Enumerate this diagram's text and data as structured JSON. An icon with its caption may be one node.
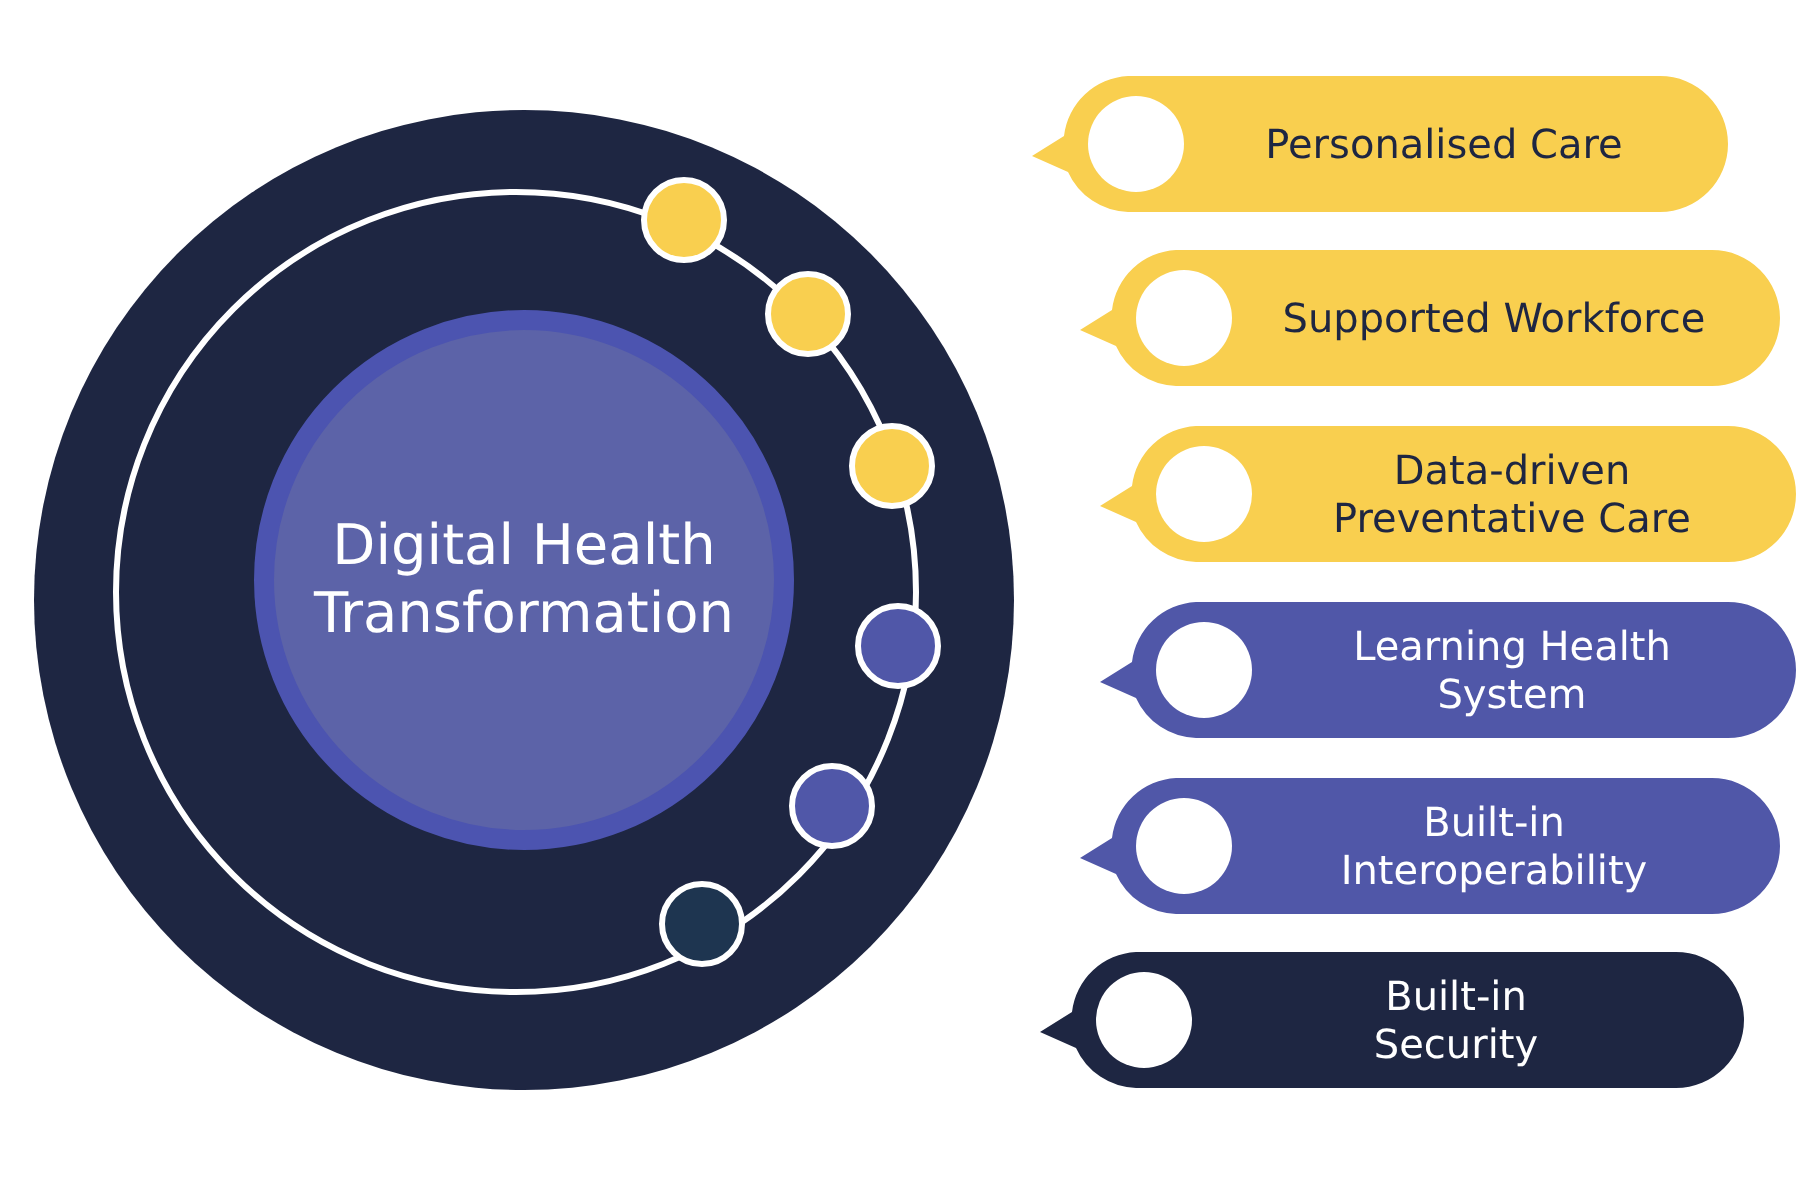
{
  "diagram": {
    "nodes": [
      {
        "text": [
          "Digital Health Transformation"
        ]
      },
      {
        "text": [
          "Personalised Care"
        ]
      },
      {
        "text": [
          "Supported Workforce"
        ]
      },
      {
        "text": [
          "Data-driven Preventative Care"
        ]
      },
      {
        "text": [
          "Learning Health System"
        ]
      },
      {
        "text": [
          "Built-in Interoperability"
        ]
      },
      {
        "text": [
          "Built-in Security"
        ]
      }
    ]
  }
}
